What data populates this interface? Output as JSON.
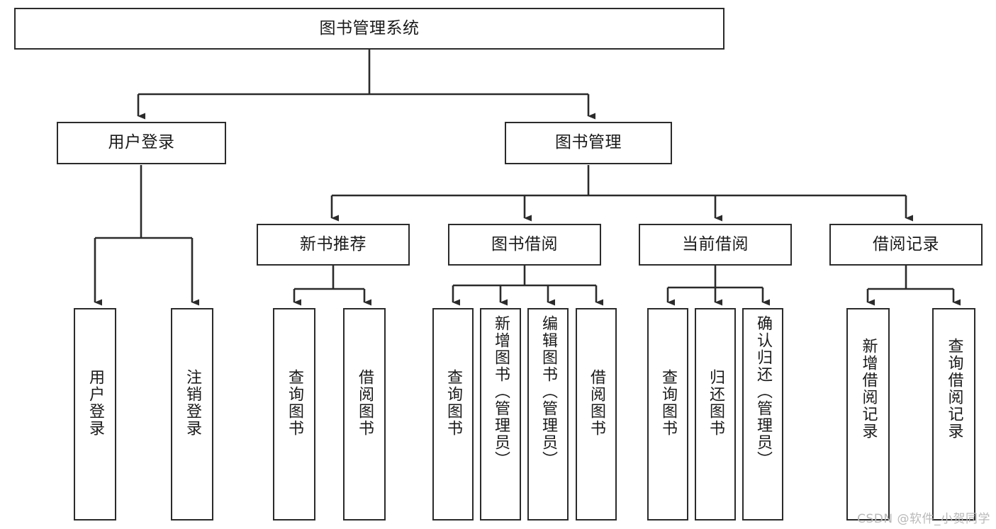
{
  "diagram": {
    "type": "tree-hierarchy",
    "title": "图书管理系统",
    "root": {
      "id": "root",
      "label": "图书管理系统",
      "orientation": "horizontal"
    },
    "level1": [
      {
        "id": "user-login",
        "label": "用户登录",
        "orientation": "horizontal"
      },
      {
        "id": "book-management",
        "label": "图书管理",
        "orientation": "horizontal"
      }
    ],
    "level2": [
      {
        "id": "new-book-recommend",
        "label": "新书推荐",
        "orientation": "horizontal",
        "parent": "book-management"
      },
      {
        "id": "book-borrow",
        "label": "图书借阅",
        "orientation": "horizontal",
        "parent": "book-management"
      },
      {
        "id": "current-borrow",
        "label": "当前借阅",
        "orientation": "horizontal",
        "parent": "book-management"
      },
      {
        "id": "borrow-record",
        "label": "借阅记录",
        "orientation": "horizontal",
        "parent": "book-management"
      }
    ],
    "leaves": [
      {
        "id": "leaf-user-login",
        "label": "用户登录",
        "parent": "user-login",
        "orientation": "vertical"
      },
      {
        "id": "leaf-user-logout",
        "label": "注销登录",
        "parent": "user-login",
        "orientation": "vertical"
      },
      {
        "id": "leaf-query-book-1",
        "label": "查询图书",
        "parent": "new-book-recommend",
        "orientation": "vertical"
      },
      {
        "id": "leaf-borrow-book-1",
        "label": "借阅图书",
        "parent": "new-book-recommend",
        "orientation": "vertical"
      },
      {
        "id": "leaf-query-book-2",
        "label": "查询图书",
        "parent": "book-borrow",
        "orientation": "vertical"
      },
      {
        "id": "leaf-add-book",
        "label": "新增图书（管理员）",
        "parent": "book-borrow",
        "orientation": "vertical"
      },
      {
        "id": "leaf-edit-book",
        "label": "编辑图书（管理员）",
        "parent": "book-borrow",
        "orientation": "vertical"
      },
      {
        "id": "leaf-borrow-book-2",
        "label": "借阅图书",
        "parent": "book-borrow",
        "orientation": "vertical"
      },
      {
        "id": "leaf-query-book-3",
        "label": "查询图书",
        "parent": "current-borrow",
        "orientation": "vertical"
      },
      {
        "id": "leaf-return-book",
        "label": "归还图书",
        "parent": "current-borrow",
        "orientation": "vertical"
      },
      {
        "id": "leaf-confirm-return",
        "label": "确认归还（管理员）",
        "parent": "current-borrow",
        "orientation": "vertical"
      },
      {
        "id": "leaf-add-record",
        "label": "新增借阅记录",
        "parent": "borrow-record",
        "orientation": "vertical"
      },
      {
        "id": "leaf-query-record",
        "label": "查询借阅记录",
        "parent": "borrow-record",
        "orientation": "vertical"
      }
    ]
  },
  "watermark": {
    "text": "CSDN @软件_小贺同学"
  },
  "colors": {
    "stroke": "#2b2b2b",
    "background": "#ffffff",
    "text": "#1a1a1a",
    "watermark": "#b9b9b9"
  }
}
